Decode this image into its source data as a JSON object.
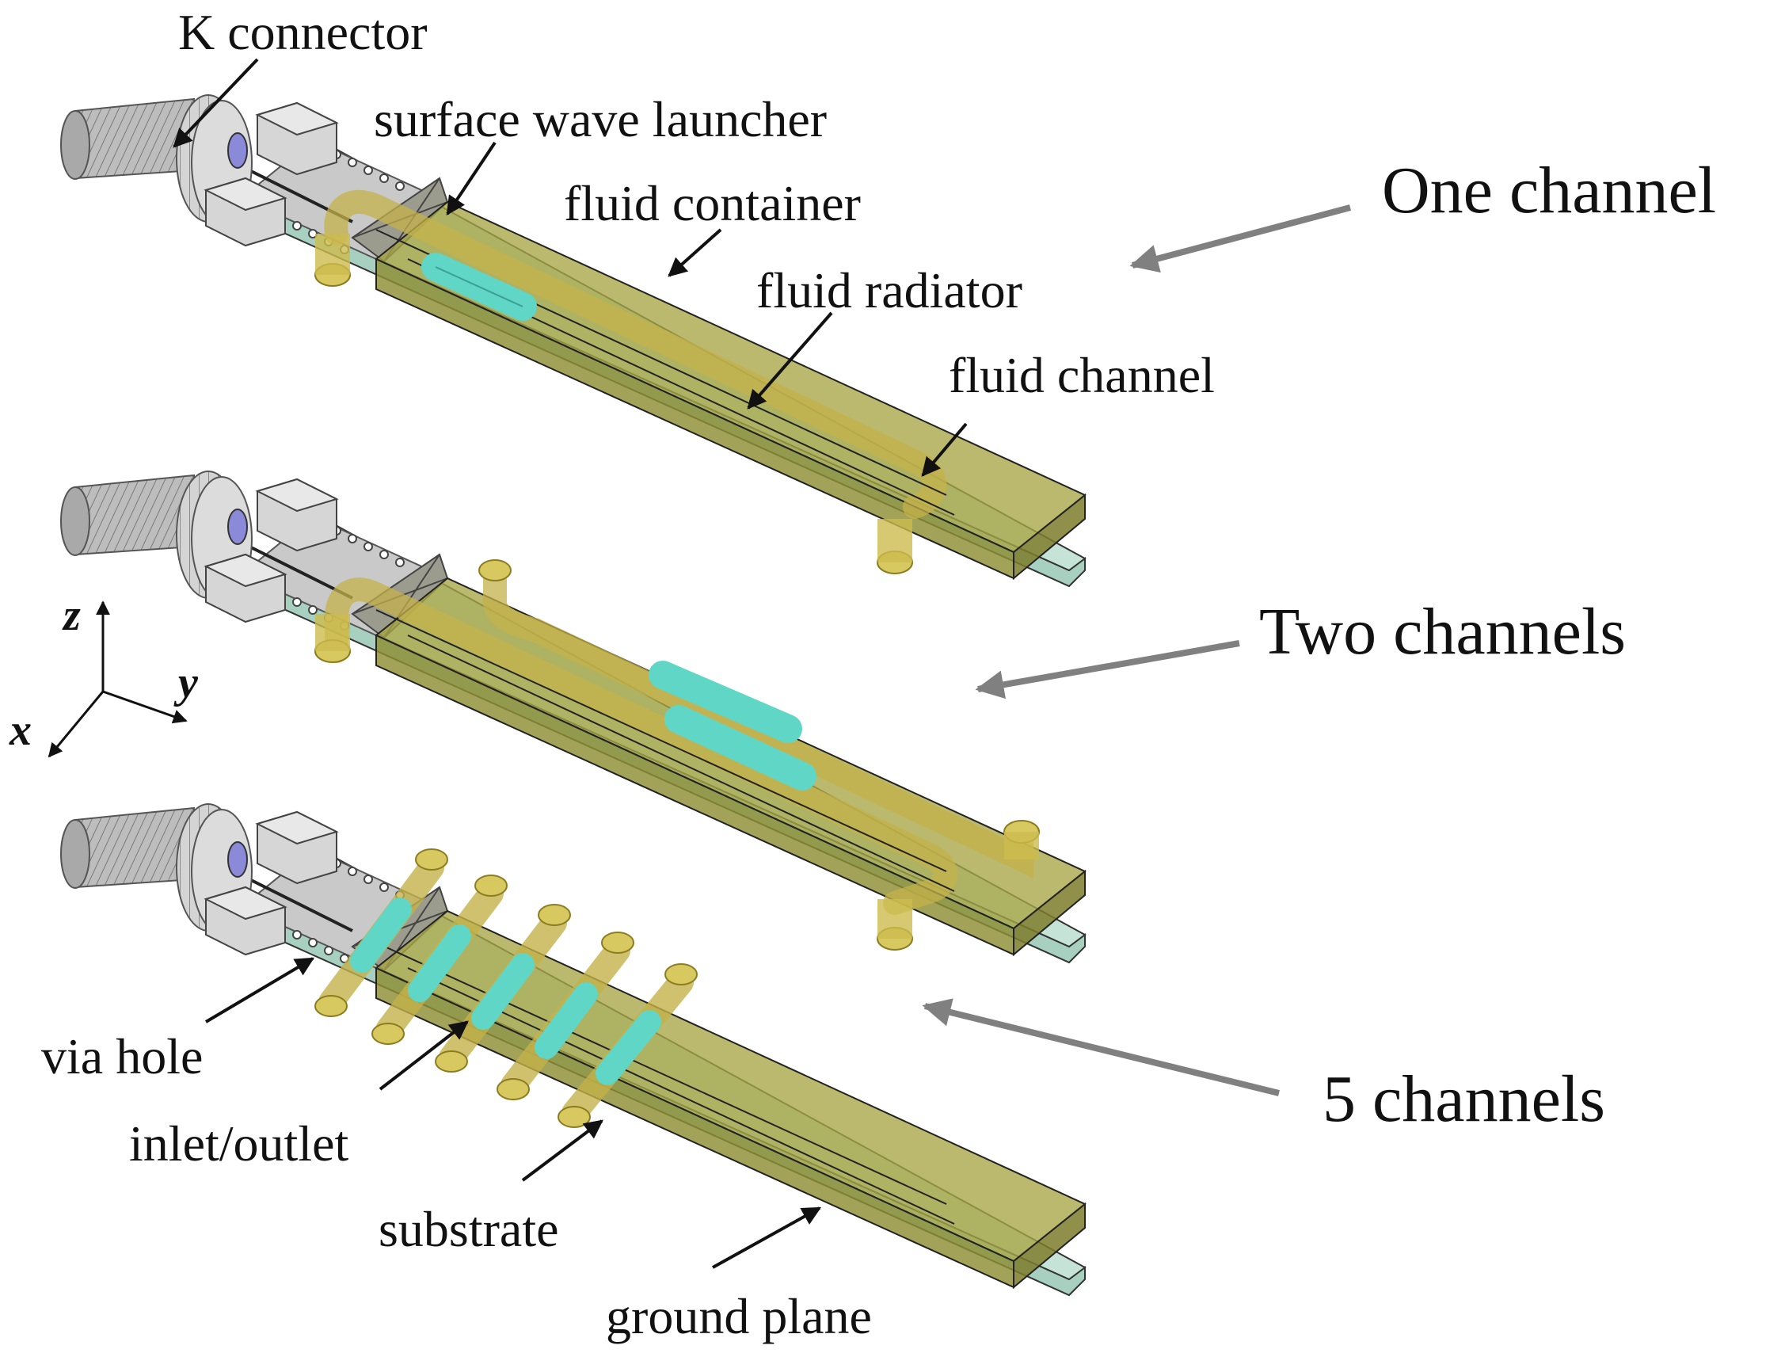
{
  "labels": {
    "k_connector": "K connector",
    "surface_wave_launcher": "surface wave launcher",
    "fluid_container": "fluid container",
    "fluid_radiator": "fluid radiator",
    "fluid_channel": "fluid channel",
    "via_hole": "via hole",
    "inlet_outlet": "inlet/outlet",
    "substrate": "substrate",
    "ground_plane": "ground plane"
  },
  "variants": {
    "one": "One channel",
    "two": "Two channels",
    "five": "5 channels"
  },
  "axes": {
    "z": "z",
    "y": "y",
    "x": "x"
  },
  "colors": {
    "container": "#9a9a3a",
    "radiator": "#5fd6c6",
    "substrate": "#bfe0d2",
    "metal": "#c8c8c8",
    "arrow_black": "#111111",
    "arrow_gray": "#808080"
  }
}
